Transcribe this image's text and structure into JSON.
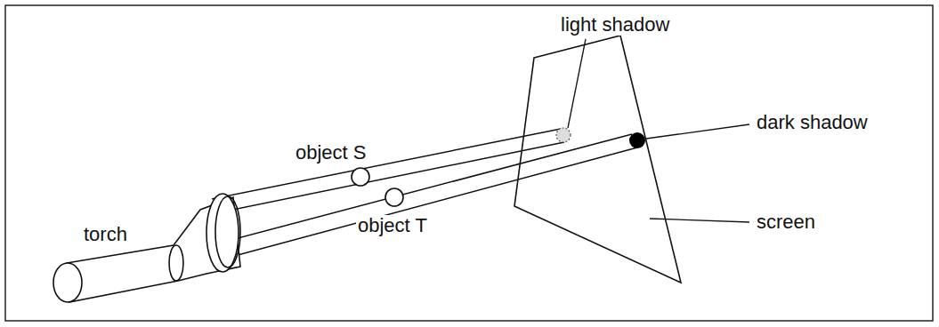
{
  "diagram": {
    "labels": [
      "light shadow",
      "object S",
      "dark shadow",
      "torch",
      "screen",
      "object T"
    ]
  }
}
